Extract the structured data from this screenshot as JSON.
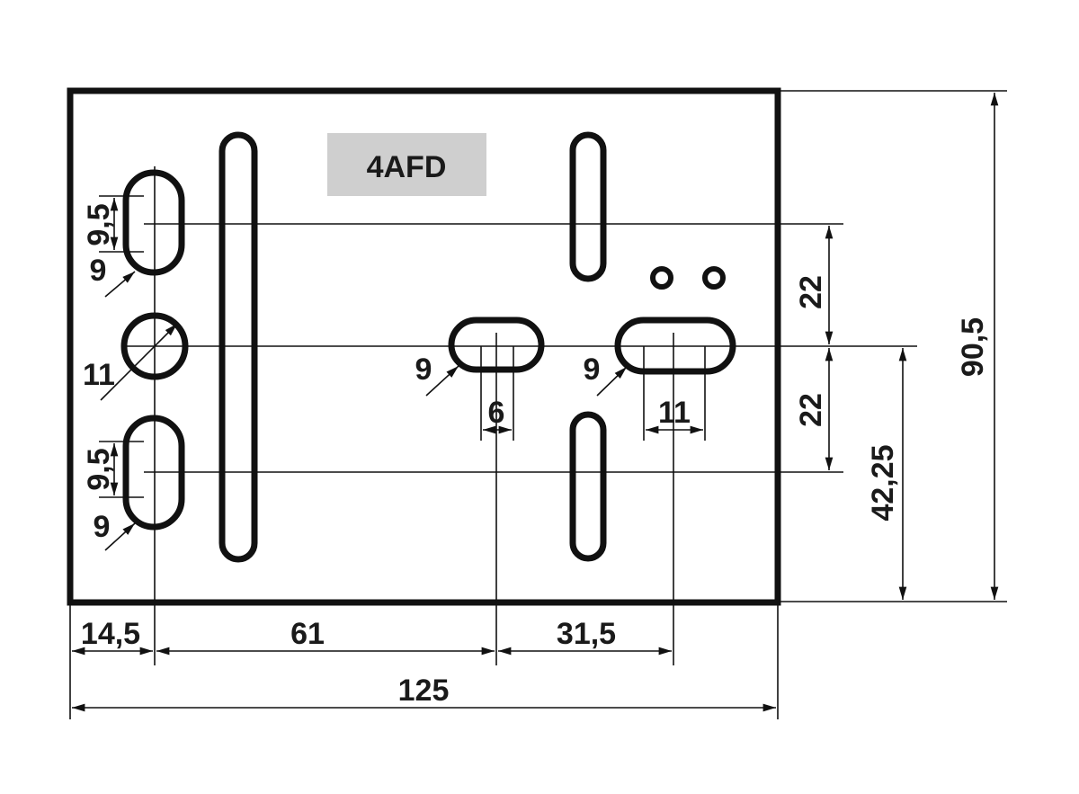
{
  "part_label": "4AFD",
  "colors": {
    "line": "#111111",
    "label_box": "#cfcfcf",
    "background": "#ffffff"
  },
  "dimensions": {
    "overall_width": "125",
    "overall_height": "90,5",
    "left_offset": "14,5",
    "middle_span": "61",
    "right_span": "31,5",
    "height_to_center": "42,25",
    "upper_spacing": "22",
    "lower_spacing": "22",
    "upper_slot_length": "9,5",
    "upper_slot_width": "9",
    "round_hole_diameter": "11",
    "lower_slot_length": "9,5",
    "lower_slot_width": "9",
    "center_slot_width": "9",
    "center_slot_length": "6",
    "right_slot_width": "9",
    "right_slot_length": "11"
  }
}
